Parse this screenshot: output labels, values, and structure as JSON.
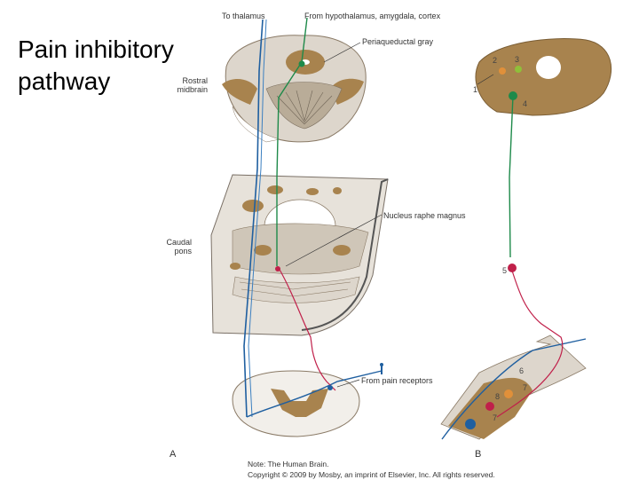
{
  "slide": {
    "title": "Pain inhibitory pathway"
  },
  "labels": {
    "to_thalamus": "To thalamus",
    "from_hypothalamus": "From hypothalamus, amygdala, cortex",
    "periaqueductal_gray": "Periaqueductal gray",
    "rostral_midbrain": "Rostral midbrain",
    "nucleus_raphe_magnus": "Nucleus raphe magnus",
    "caudal_pons": "Caudal pons",
    "from_pain_receptors": "From pain receptors",
    "panel_a": "A",
    "panel_b": "B"
  },
  "numbers": [
    "1",
    "2",
    "3",
    "4",
    "5",
    "6",
    "7",
    "8",
    "7"
  ],
  "credit": {
    "note": "Note: The Human Brain.",
    "copyright": "Copyright © 2009 by Mosby, an imprint of Elsevier, Inc. All rights reserved."
  },
  "colors": {
    "tissue_tan": "#a8834e",
    "tissue_light": "#ddd6cc",
    "blue_pathway": "#1f5fa0",
    "green_pathway": "#1e8a4a",
    "red_pathway": "#c0204a",
    "orange_neuron": "#e0903a"
  }
}
